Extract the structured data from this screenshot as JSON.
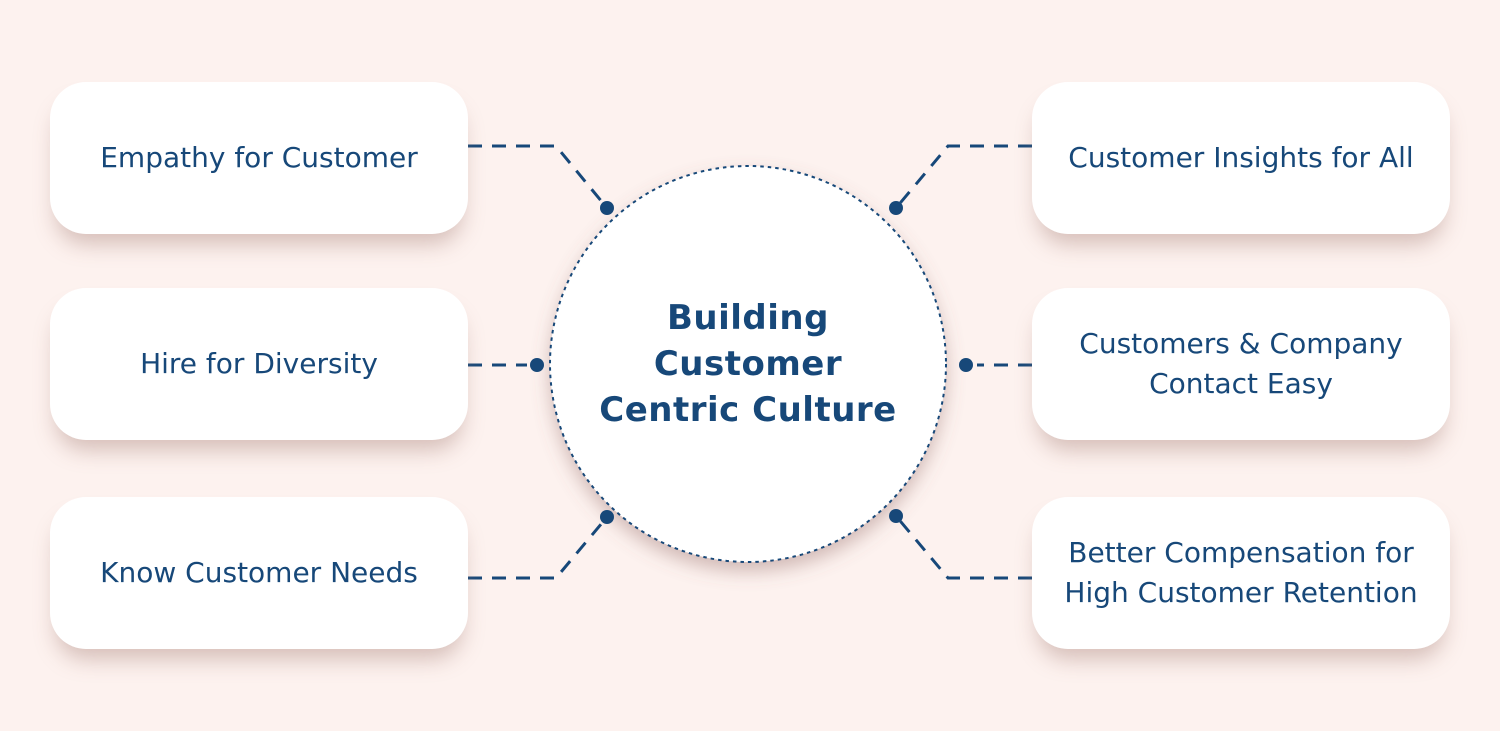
{
  "diagram": {
    "center": {
      "title": "Building\nCustomer\nCentric Culture"
    },
    "left_items": [
      {
        "label": "Empathy for Customer"
      },
      {
        "label": "Hire for Diversity"
      },
      {
        "label": "Know Customer Needs"
      }
    ],
    "right_items": [
      {
        "label": "Customer Insights for All"
      },
      {
        "label": "Customers & Company Contact Easy"
      },
      {
        "label": "Better Compensation for High Customer Retention"
      }
    ],
    "colors": {
      "background": "#FDF2EF",
      "accent": "#174879",
      "card": "#FFFFFF"
    }
  }
}
